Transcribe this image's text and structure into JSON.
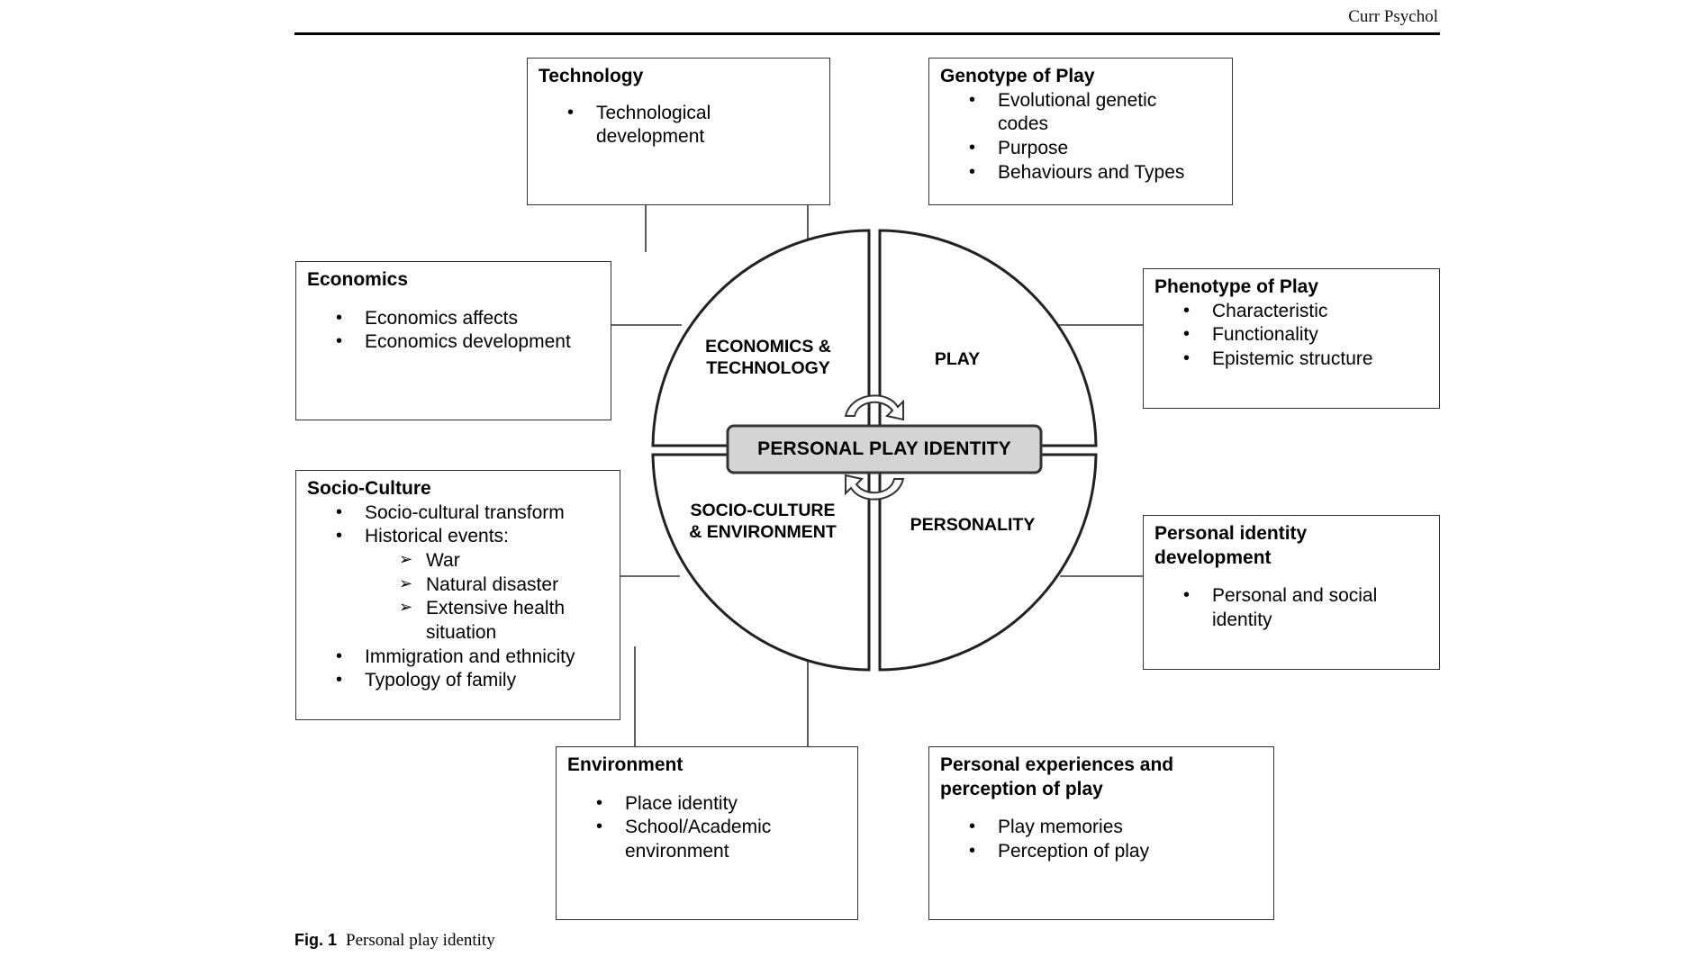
{
  "header": {
    "journal": "Curr Psychol"
  },
  "center": {
    "label": "PERSONAL PLAY IDENTITY",
    "quadrants": {
      "top_left": [
        "ECONOMICS &",
        "TECHNOLOGY"
      ],
      "top_right": [
        "PLAY"
      ],
      "bottom_left": [
        "SOCIO-CULTURE",
        "& ENVIRONMENT"
      ],
      "bottom_right": [
        "PERSONALITY"
      ]
    }
  },
  "boxes": {
    "technology": {
      "title": "Technology",
      "items": [
        "Technological development"
      ]
    },
    "genotype": {
      "title": "Genotype of Play",
      "items": [
        "Evolutional genetic codes",
        "Purpose",
        "Behaviours and Types"
      ]
    },
    "economics": {
      "title": "Economics",
      "items": [
        "Economics affects",
        "Economics development"
      ]
    },
    "phenotype": {
      "title": "Phenotype of Play",
      "items": [
        "Characteristic",
        "Functionality",
        "Epistemic structure"
      ]
    },
    "socio_culture": {
      "title": "Socio-Culture",
      "items": [
        "Socio-cultural transform",
        "Historical events:"
      ],
      "sub_items": [
        "War",
        "Natural disaster",
        "Extensive health situation"
      ],
      "items_after": [
        "Immigration and ethnicity",
        "Typology of family"
      ]
    },
    "personal_identity": {
      "title": "Personal identity development",
      "items": [
        "Personal and social identity"
      ]
    },
    "environment": {
      "title": "Environment",
      "items": [
        "Place identity",
        "School/Academic environment"
      ]
    },
    "experiences": {
      "title": "Personal experiences and perception of play",
      "items": [
        "Play memories",
        "Perception of play"
      ]
    }
  },
  "caption": {
    "label": "Fig. 1",
    "text": "Personal play identity"
  },
  "colors": {
    "center_fill": "#d4d4d4",
    "line": "#333333",
    "ink": "#000000"
  }
}
